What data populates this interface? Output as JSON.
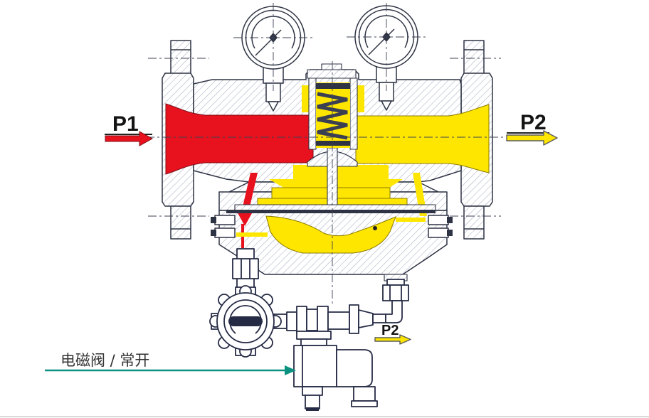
{
  "labels": {
    "inlet": "P1",
    "outlet": "P2",
    "sense_port": "P2",
    "solenoid_note": "电磁阀 / 常开"
  },
  "colors": {
    "inlet": "#e8121f",
    "outlet": "#ffe600",
    "callout": "#0a9180",
    "line": "#2e3444",
    "navy": "#262b45",
    "hatch": "#a9aec2"
  }
}
